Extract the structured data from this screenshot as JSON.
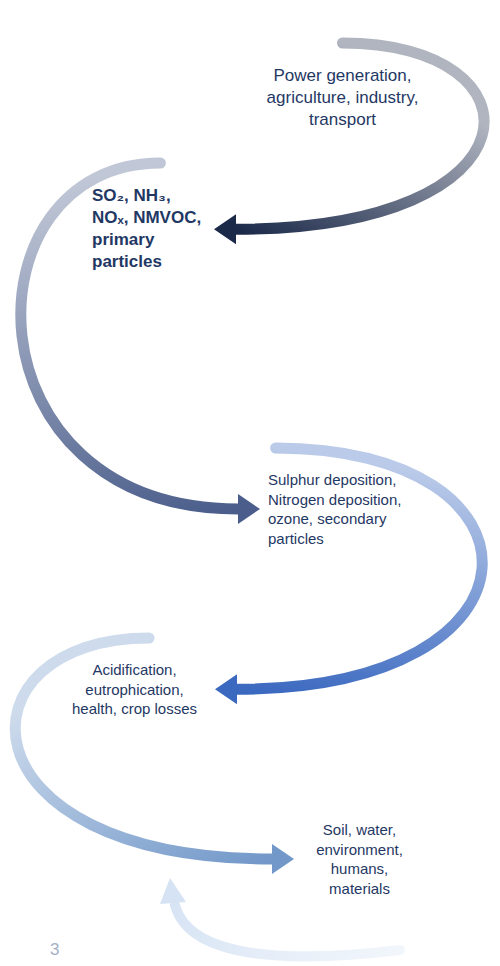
{
  "diagram": {
    "nodes": [
      {
        "text": [
          "Power generation, agriculture, industry, transport"
        ]
      },
      {
        "text": [
          "SO₂, NH₃, NOₓ, NMVOC, primary particles"
        ]
      },
      {
        "text": [
          "Sulphur deposition, Nitrogen deposition, ozone, secondary particles"
        ]
      },
      {
        "text": [
          "Acidification, eutrophication, health, crop losses"
        ]
      },
      {
        "text": [
          "Soil, water, environment, humans, materials"
        ]
      }
    ],
    "edges": [
      {
        "from": 0,
        "to": 1,
        "arrow": "to"
      },
      {
        "from": 1,
        "to": 2,
        "arrow": "to"
      },
      {
        "from": 2,
        "to": 3,
        "arrow": "to"
      },
      {
        "from": 3,
        "to": 4,
        "arrow": "to"
      }
    ],
    "labels": [
      "3"
    ]
  }
}
